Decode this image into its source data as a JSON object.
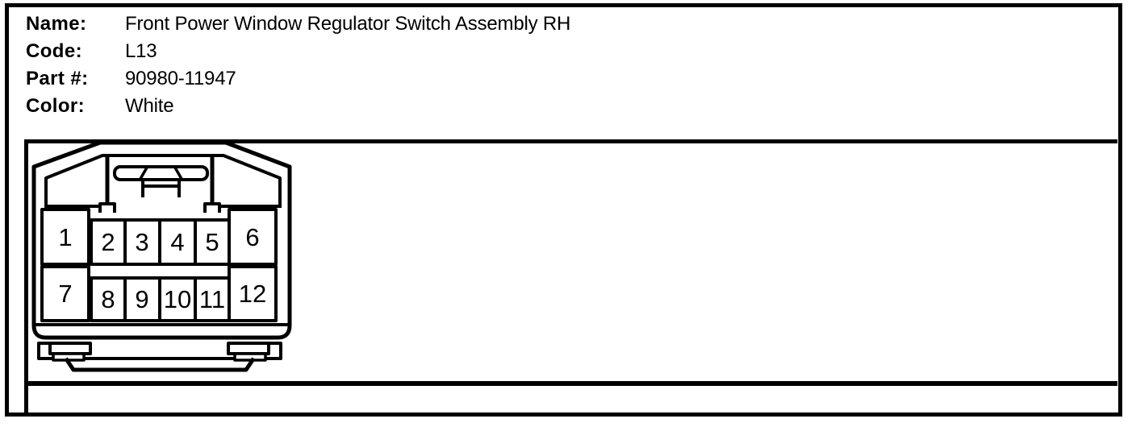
{
  "colors": {
    "line": "#000000",
    "background": "#ffffff"
  },
  "header": {
    "fields": [
      {
        "label": "Name:",
        "value": "Front Power Window Regulator Switch Assembly RH"
      },
      {
        "label": "Code:",
        "value": "L13"
      },
      {
        "label": "Part #:",
        "value": "90980-11947"
      },
      {
        "label": "Color:",
        "value": "White"
      }
    ]
  },
  "connector": {
    "pins": [
      "1",
      "2",
      "3",
      "4",
      "5",
      "6",
      "7",
      "8",
      "9",
      "10",
      "11",
      "12"
    ]
  }
}
